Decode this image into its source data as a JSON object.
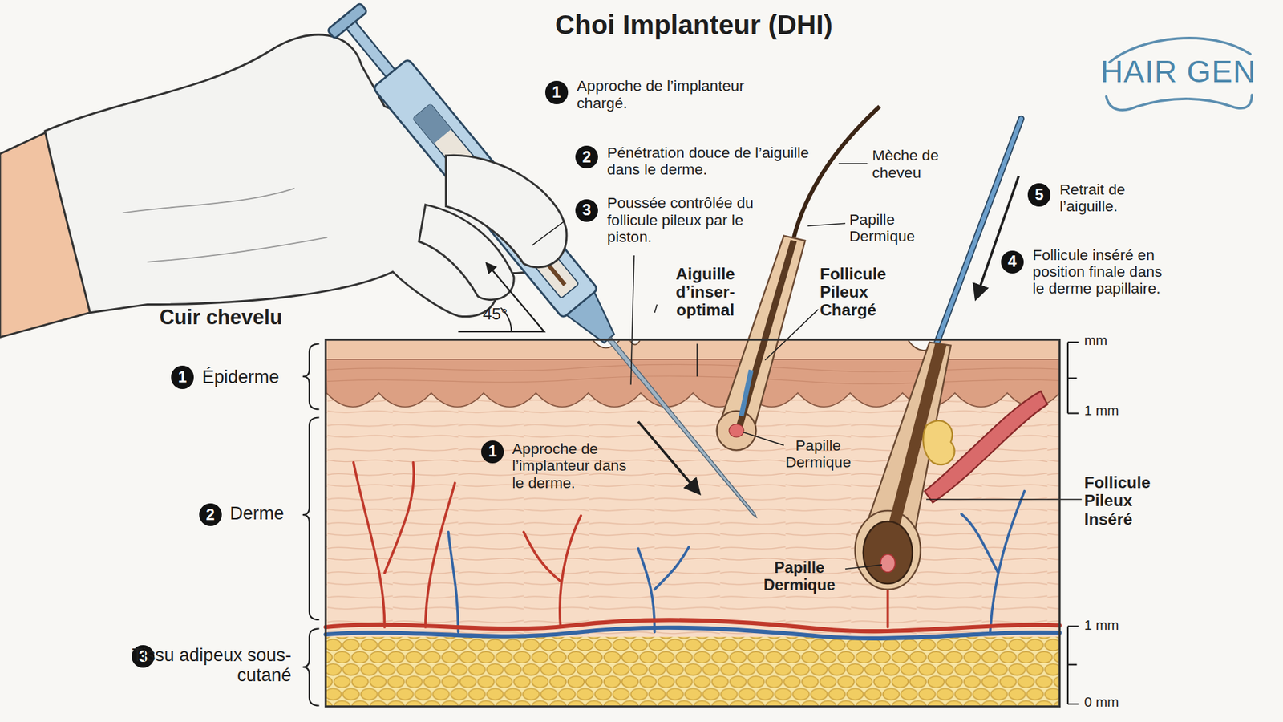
{
  "diagram": {
    "title": "Choi Implanteur (DHI)",
    "labels": [
      "HAIR GEN",
      "1",
      "Approche de l’implanteur chargé.",
      "2",
      "Pénétration douce de l’aiguille dans le derme.",
      "3",
      "Poussée contrôlée du follicule pileux par le piston.",
      "Mèche de cheveu",
      "Papille Dermique",
      "5",
      "Retrait de l’aiguille.",
      "4",
      "Follicule inséré en position finale dans le derme papillaire.",
      "Cuir chevelu",
      "45°",
      "Aiguille d’inser- optimal",
      "Follicule Pileux Chargé",
      "mm",
      "1",
      "Épiderme",
      "1 mm",
      "1",
      "Approche de l’implanteur dans le derme.",
      "Papille Dermique",
      "2",
      "Derme",
      "Follicule Pileux Inséré",
      "Papille Dermique",
      "1 mm",
      "3",
      "Tissu adipeux sous-cutané",
      "0 mm"
    ]
  }
}
